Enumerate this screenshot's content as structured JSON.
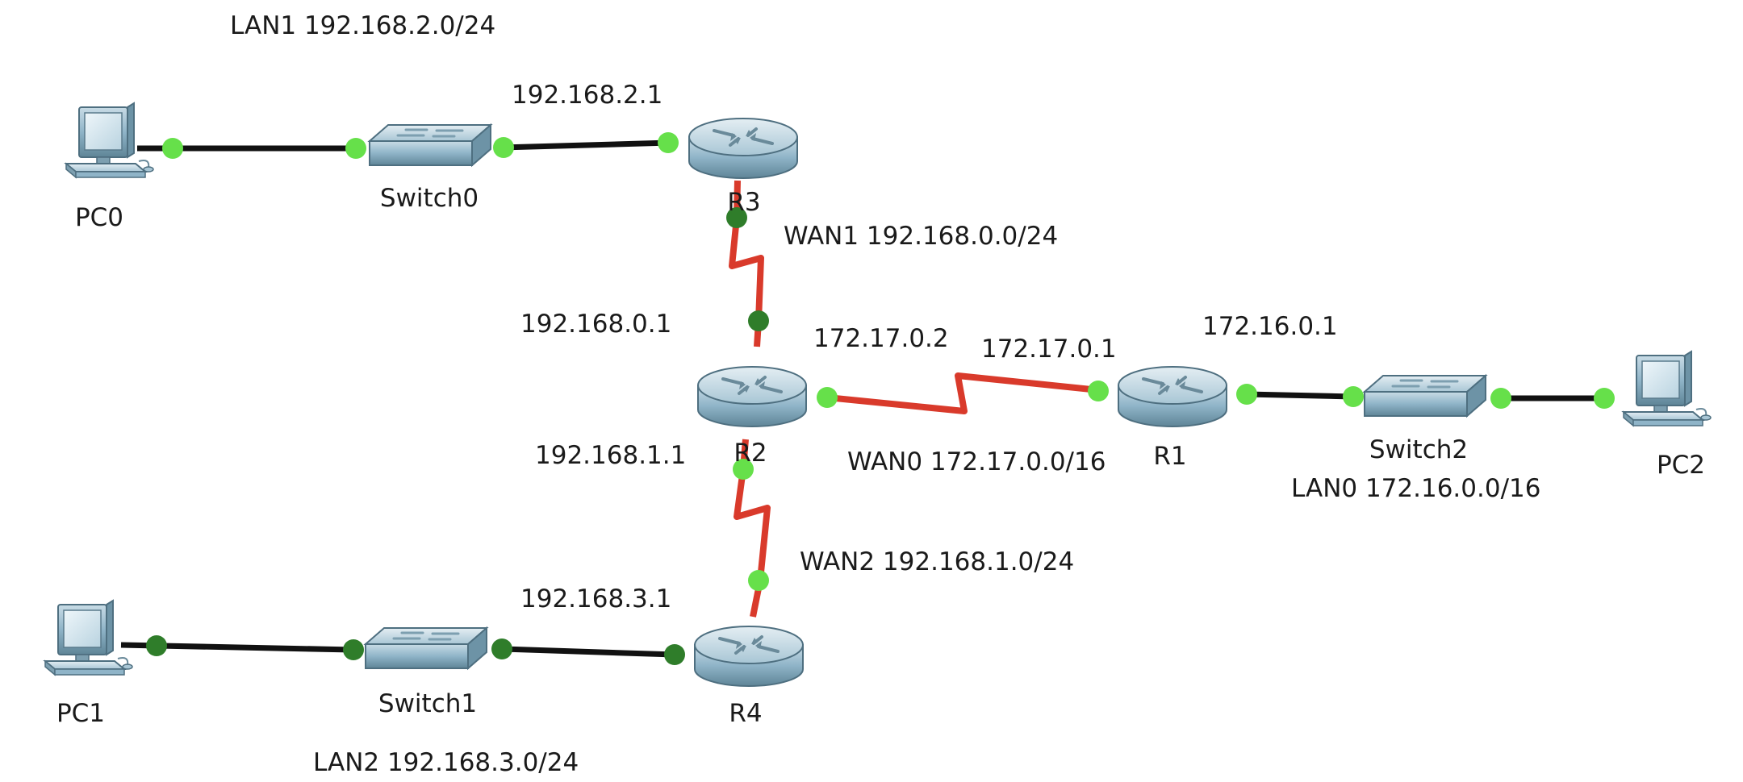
{
  "colors": {
    "ethernet": "#111111",
    "serial": "#d93a2b",
    "port_up_light": "#66e04a",
    "port_up_dark": "#2f7d2a",
    "device_body": "#8fb4c8"
  },
  "devices": [
    {
      "id": "pc0",
      "type": "pc",
      "label": "PC0"
    },
    {
      "id": "pc1",
      "type": "pc",
      "label": "PC1"
    },
    {
      "id": "pc2",
      "type": "pc",
      "label": "PC2"
    },
    {
      "id": "switch0",
      "type": "switch",
      "label": "Switch0"
    },
    {
      "id": "switch1",
      "type": "switch",
      "label": "Switch1"
    },
    {
      "id": "switch2",
      "type": "switch",
      "label": "Switch2"
    },
    {
      "id": "r1",
      "type": "router",
      "label": "R1"
    },
    {
      "id": "r2",
      "type": "router",
      "label": "R2"
    },
    {
      "id": "r3",
      "type": "router",
      "label": "R3"
    },
    {
      "id": "r4",
      "type": "router",
      "label": "R4"
    }
  ],
  "links": [
    {
      "from": "pc0",
      "to": "switch0",
      "kind": "ethernet"
    },
    {
      "from": "switch0",
      "to": "r3",
      "kind": "ethernet"
    },
    {
      "from": "r3",
      "to": "r2",
      "kind": "serial"
    },
    {
      "from": "r2",
      "to": "r1",
      "kind": "serial"
    },
    {
      "from": "r1",
      "to": "switch2",
      "kind": "ethernet"
    },
    {
      "from": "switch2",
      "to": "pc2",
      "kind": "ethernet"
    },
    {
      "from": "r2",
      "to": "r4",
      "kind": "serial"
    },
    {
      "from": "r4",
      "to": "switch1",
      "kind": "ethernet"
    },
    {
      "from": "switch1",
      "to": "pc1",
      "kind": "ethernet"
    }
  ],
  "labels": {
    "lan1": "LAN1 192.168.2.0/24",
    "ip_192_168_2_1": "192.168.2.1",
    "wan1": "WAN1 192.168.0.0/24",
    "ip_192_168_0_1": "192.168.0.1",
    "ip_172_17_0_2": "172.17.0.2",
    "ip_172_17_0_1": "172.17.0.1",
    "ip_172_16_0_1": "172.16.0.1",
    "ip_192_168_1_1": "192.168.1.1",
    "wan0": "WAN0 172.17.0.0/16",
    "lan0": "LAN0 172.16.0.0/16",
    "wan2": "WAN2 192.168.1.0/24",
    "ip_192_168_3_1": "192.168.3.1",
    "lan2": "LAN2 192.168.3.0/24"
  }
}
